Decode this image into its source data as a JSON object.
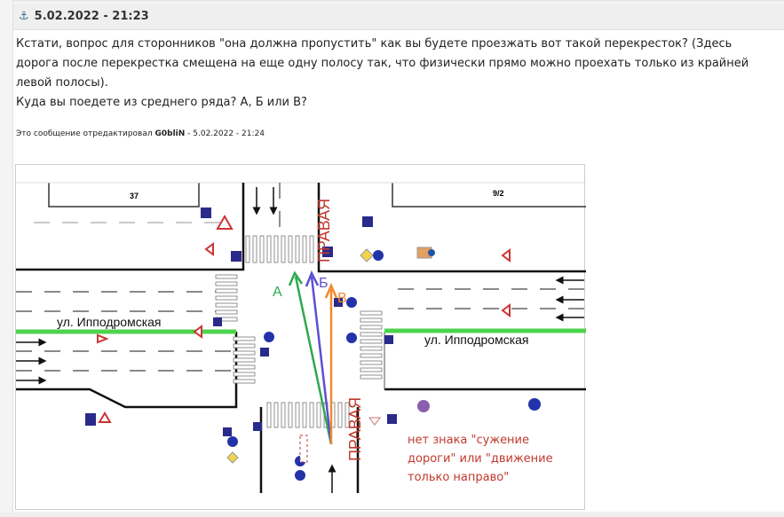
{
  "post": {
    "anchor_icon": "anchor-icon",
    "date": "5.02.2022 - 21:23",
    "paragraphs": [
      "Кстати, вопрос для сторонников \"она должна пропустить\" как вы будете проезжать вот такой перекресток? (Здесь дорога после перекрестка смещена на еще одну полосу так, что физически прямо можно проехать только из крайней левой полосы).",
      "Куда вы поедете из среднего ряда? А, Б или В?"
    ],
    "edit_note": {
      "prefix": "Это сообщение отредактировал",
      "author": "G0bliN",
      "suffix": "- 5.02.2022 - 21:24"
    }
  },
  "diagram": {
    "building_left": "37",
    "building_right": "9/2",
    "street_left": "ул. Ипподромская",
    "street_right": "ул. Ипподромская",
    "lane_top": "ПРАВАЯ",
    "lane_bottom": "ПРАВАЯ",
    "route_a": "А",
    "route_b": "Б",
    "route_v": "В",
    "colors": {
      "a": "#2fa84f",
      "b": "#5b4fd1",
      "v": "#f08a2c",
      "green_line": "#4cd44c",
      "annotation": "#c0392b"
    },
    "annotation": "нет знака \"сужение дороги\" или \"движение только направо\""
  }
}
